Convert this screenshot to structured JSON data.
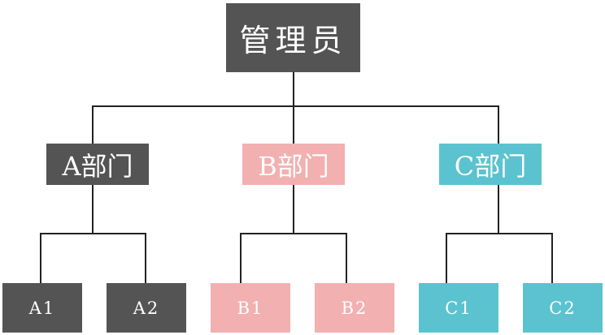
{
  "colors": {
    "dark": "#545454",
    "pink": "#f2b0b0",
    "cyan": "#5bc3cf",
    "line": "#222222",
    "text": "#ffffff"
  },
  "root": {
    "label": "管理员"
  },
  "departments": [
    {
      "label": "A部门",
      "color": "dark"
    },
    {
      "label": "B部门",
      "color": "pink"
    },
    {
      "label": "C部门",
      "color": "cyan"
    }
  ],
  "leaves": [
    {
      "label": "A1",
      "color": "dark"
    },
    {
      "label": "A2",
      "color": "dark"
    },
    {
      "label": "B1",
      "color": "pink"
    },
    {
      "label": "B2",
      "color": "pink"
    },
    {
      "label": "C1",
      "color": "cyan"
    },
    {
      "label": "C2",
      "color": "cyan"
    }
  ]
}
